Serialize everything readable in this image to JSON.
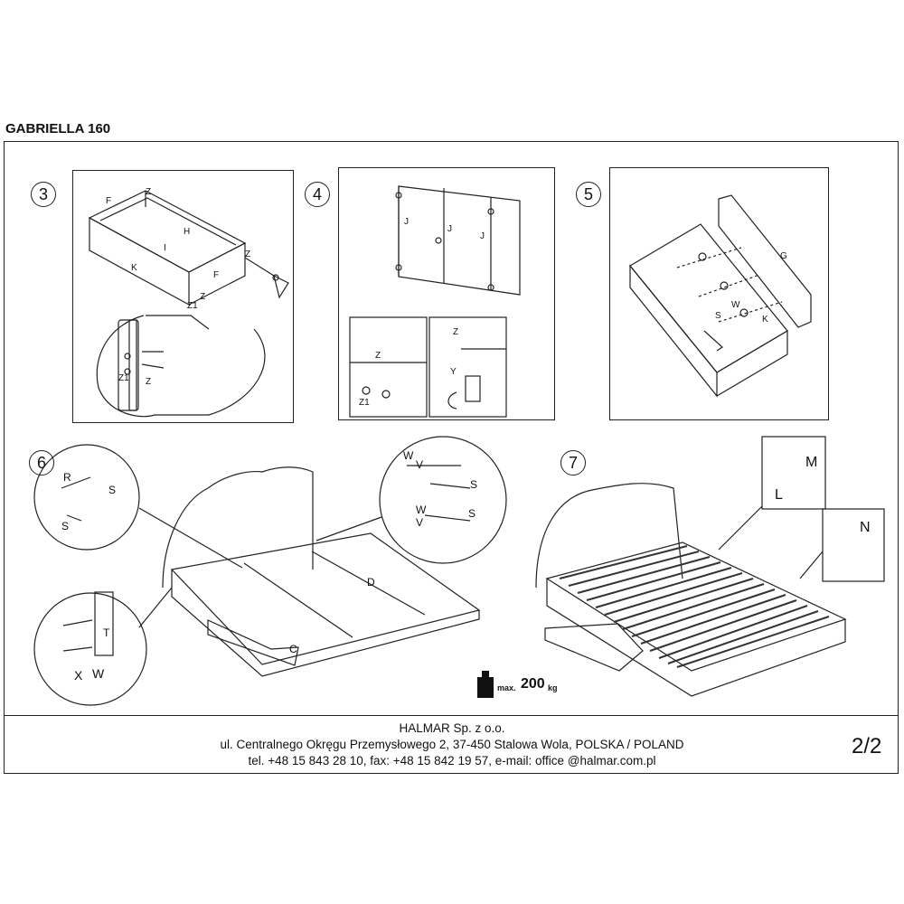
{
  "document": {
    "title": "GABRIELLA 160",
    "page": "2/2"
  },
  "steps": {
    "s3": {
      "number": "3",
      "labels": {
        "F1": "F",
        "Z1": "Z",
        "H": "H",
        "I": "I",
        "K": "K",
        "Z2": "Z",
        "F2": "F",
        "Z3": "Z",
        "Z1a": "Z1",
        "Z1b": "Z1",
        "Z4": "Z"
      }
    },
    "s4": {
      "number": "4",
      "labels": {
        "J1": "J",
        "J2": "J",
        "J3": "J",
        "Z": "Z",
        "Z1": "Z1",
        "Z2": "Z",
        "Y": "Y"
      }
    },
    "s5": {
      "number": "5",
      "labels": {
        "G": "G",
        "W": "W",
        "S": "S",
        "K": "K"
      }
    },
    "s6": {
      "number": "6",
      "labels": {
        "R": "R",
        "S1": "S",
        "S2": "S",
        "D": "D",
        "C": "C",
        "T": "T",
        "X": "X",
        "W": "W",
        "W2": "W",
        "V1": "V",
        "V2": "V",
        "W3": "W",
        "S3": "S",
        "S4": "S"
      }
    },
    "s7": {
      "number": "7",
      "labels": {
        "M": "M",
        "L": "L",
        "N": "N"
      }
    }
  },
  "max_load": {
    "prefix": "max.",
    "value": "200",
    "unit": "kg"
  },
  "footer": {
    "company": "HALMAR Sp. z o.o.",
    "address": "ul. Centralnego Okręgu Przemysłowego 2, 37-450 Stalowa Wola, POLSKA / POLAND",
    "contact": "tel. +48 15 843 28 10, fax: +48 15 842 19 57, e-mail: office @halmar.com.pl"
  }
}
